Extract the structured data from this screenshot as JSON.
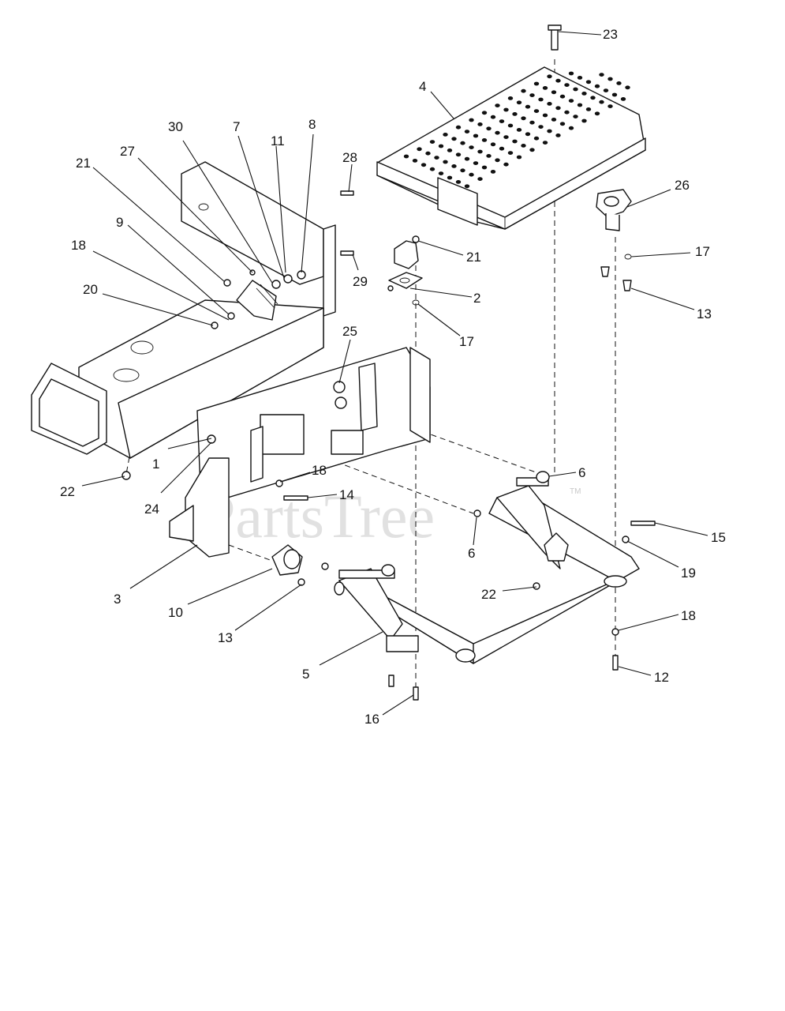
{
  "diagram": {
    "watermark": "PartsTree",
    "watermark_tm": "TM",
    "callouts": [
      "23",
      "4",
      "26",
      "30",
      "7",
      "11",
      "8",
      "21",
      "27",
      "28",
      "9",
      "18",
      "29",
      "21",
      "17",
      "20",
      "2",
      "13",
      "17",
      "25",
      "6",
      "18",
      "1",
      "14",
      "22",
      "24",
      "6",
      "15",
      "19",
      "22",
      "3",
      "10",
      "13",
      "18",
      "5",
      "12",
      "16"
    ]
  }
}
